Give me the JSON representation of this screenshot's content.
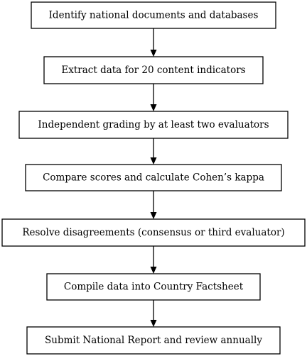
{
  "diagram": {
    "type": "flowchart",
    "direction": "top-to-bottom",
    "nodes": [
      {
        "id": "n1",
        "label": "Identify national documents and databases"
      },
      {
        "id": "n2",
        "label": "Extract data for 20 content indicators"
      },
      {
        "id": "n3",
        "label": "Independent grading by at least two evaluators"
      },
      {
        "id": "n4",
        "label": "Compare scores and calculate Cohen’s kappa"
      },
      {
        "id": "n5",
        "label": "Resolve disagreements (consensus or third evaluator)"
      },
      {
        "id": "n6",
        "label": "Compile data into Country Factsheet"
      },
      {
        "id": "n7",
        "label": "Submit National Report and review annually"
      }
    ],
    "edges": [
      {
        "from": "n1",
        "to": "n2"
      },
      {
        "from": "n2",
        "to": "n3"
      },
      {
        "from": "n3",
        "to": "n4"
      },
      {
        "from": "n4",
        "to": "n5"
      },
      {
        "from": "n5",
        "to": "n6"
      },
      {
        "from": "n6",
        "to": "n7"
      }
    ]
  }
}
